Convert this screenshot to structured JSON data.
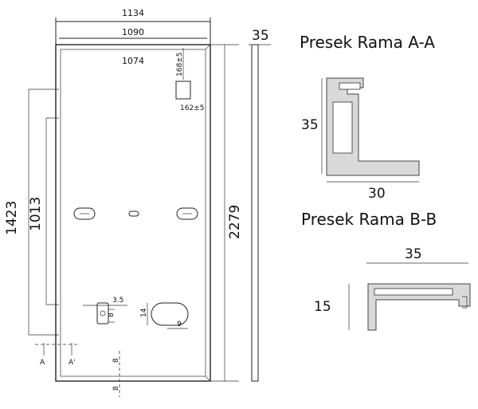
{
  "panel": {
    "dims": {
      "overall_width": "1134",
      "frame_width": "1090",
      "inner_width": "1074",
      "height_label_a": "1423",
      "height_label_b": "1013",
      "overall_height": "2279",
      "frame_thickness": "35",
      "jbox_top": "168±5",
      "jbox_width": "162±5",
      "hole_a": "3.5",
      "hole_b": "8",
      "hole_c": "14",
      "hole_d": "9",
      "ground_a": "8",
      "ground_b": "8"
    },
    "section_marks": {
      "a": "A",
      "a_prime": "A'"
    }
  },
  "section_aa": {
    "title": "Presek Rama A-A",
    "height": "35",
    "width": "30"
  },
  "section_bb": {
    "title": "Presek Rama B-B",
    "width": "35",
    "height": "15"
  }
}
